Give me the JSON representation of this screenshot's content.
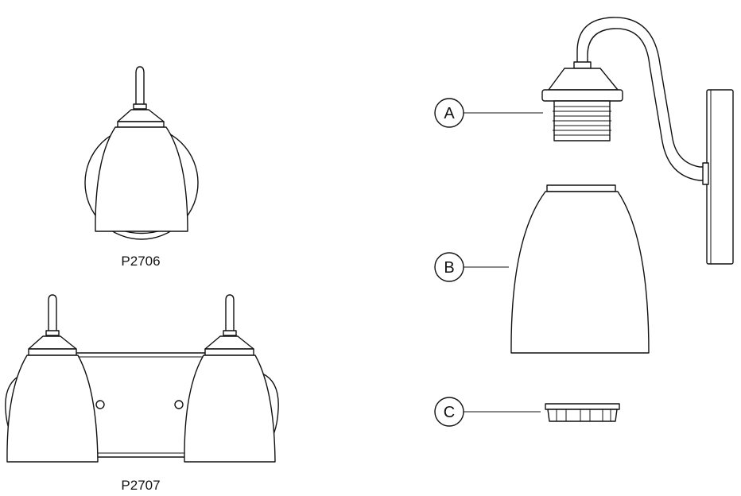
{
  "models": {
    "single": "P2706",
    "double": "P2707"
  },
  "parts": {
    "a": "A",
    "b": "B",
    "c": "C"
  }
}
